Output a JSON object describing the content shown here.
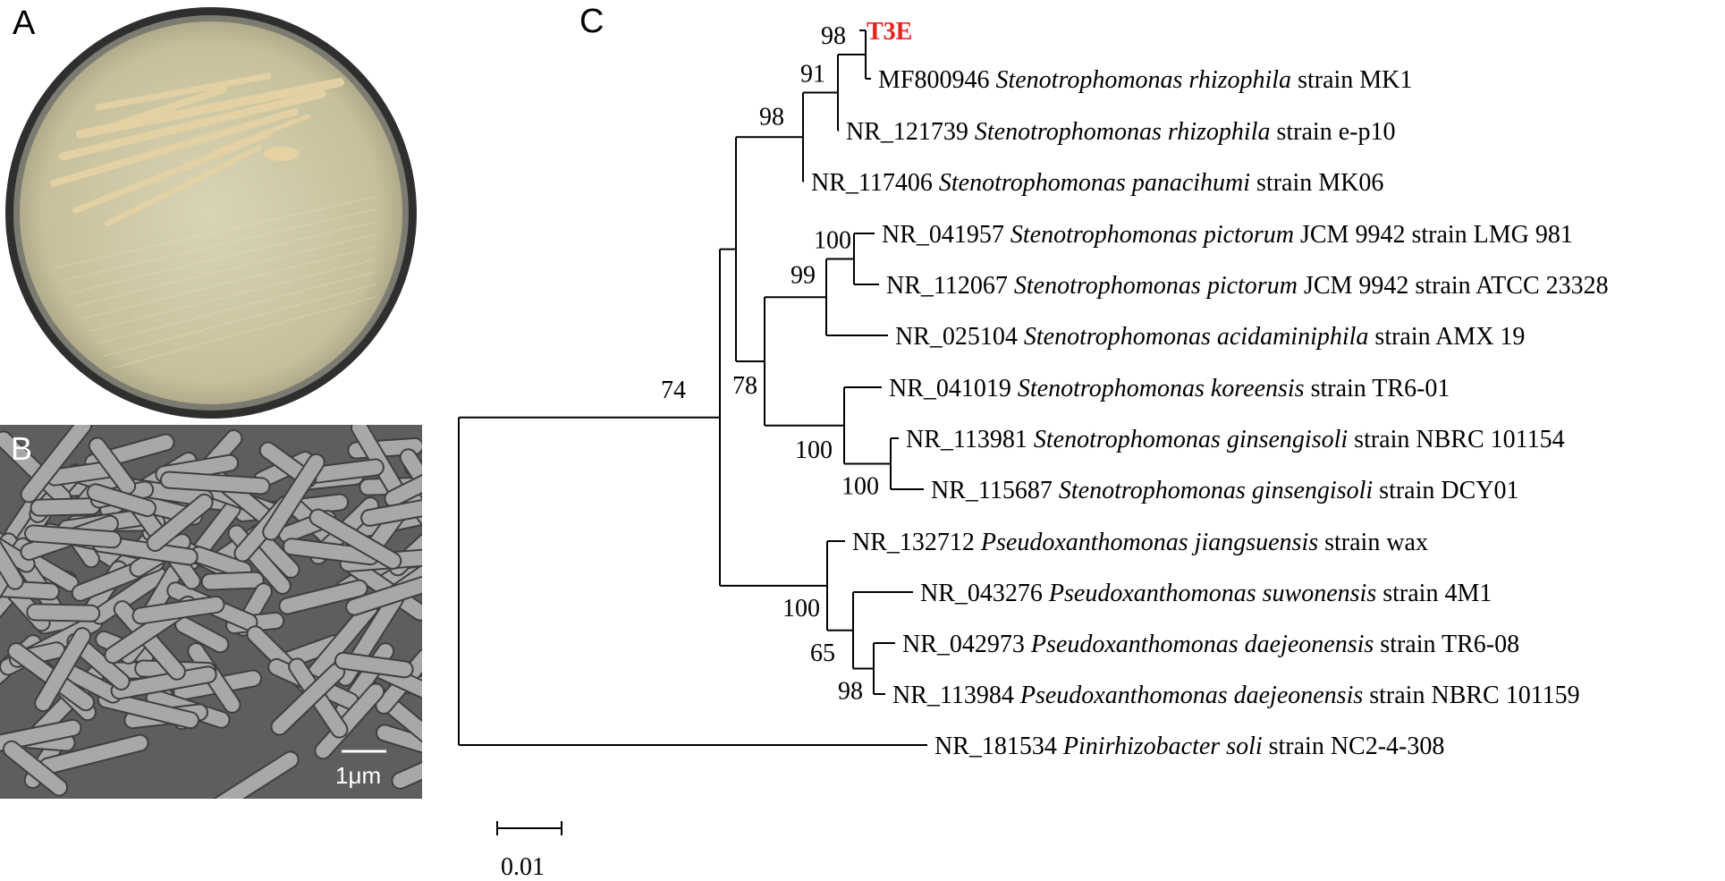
{
  "colors": {
    "highlight": "#e8221c",
    "agar": "#cfc9a6",
    "colony": "#e6d2a3",
    "sem_bg": "#5e5e5e",
    "sem_cell": "#a8a8a8"
  },
  "panels": {
    "a": {
      "label": "A"
    },
    "b": {
      "label": "B",
      "scale_bar_label": "1μm"
    },
    "c": {
      "label": "C"
    }
  },
  "tree": {
    "scale_label": "0.01",
    "leaves": [
      {
        "accession": "",
        "species": "",
        "strain": "T3E",
        "highlight": true
      },
      {
        "accession": "MF800946",
        "species": "Stenotrophomonas rhizophila",
        "strain": "strain MK1",
        "highlight": false
      },
      {
        "accession": "NR_121739",
        "species": "Stenotrophomonas rhizophila",
        "strain": "strain e-p10",
        "highlight": false
      },
      {
        "accession": "NR_117406",
        "species": "Stenotrophomonas panacihumi",
        "strain": "strain MK06",
        "highlight": false
      },
      {
        "accession": "NR_041957",
        "species": "Stenotrophomonas pictorum",
        "strain": "JCM 9942 strain LMG 981",
        "highlight": false
      },
      {
        "accession": "NR_112067",
        "species": "Stenotrophomonas pictorum",
        "strain": "JCM 9942 strain ATCC 23328",
        "highlight": false
      },
      {
        "accession": "NR_025104",
        "species": "Stenotrophomonas acidaminiphila",
        "strain": "strain AMX 19",
        "highlight": false
      },
      {
        "accession": "NR_041019",
        "species": "Stenotrophomonas koreensis",
        "strain": "strain TR6-01",
        "highlight": false
      },
      {
        "accession": "NR_113981",
        "species": "Stenotrophomonas ginsengisoli",
        "strain": "strain NBRC 101154",
        "highlight": false
      },
      {
        "accession": "NR_115687",
        "species": "Stenotrophomonas ginsengisoli",
        "strain": "strain DCY01",
        "highlight": false
      },
      {
        "accession": "NR_132712",
        "species": "Pseudoxanthomonas jiangsuensis",
        "strain": "strain wax",
        "highlight": false
      },
      {
        "accession": "NR_043276",
        "species": "Pseudoxanthomonas suwonensis",
        "strain": "strain 4M1",
        "highlight": false
      },
      {
        "accession": "NR_042973",
        "species": "Pseudoxanthomonas daejeonensis",
        "strain": "strain TR6-08",
        "highlight": false
      },
      {
        "accession": "NR_113984",
        "species": "Pseudoxanthomonas daejeonensis",
        "strain": "strain NBRC 101159",
        "highlight": false
      },
      {
        "accession": "NR_181534",
        "species": "Pinirhizobacter soli",
        "strain": "strain NC2-4-308",
        "highlight": false
      }
    ],
    "bootstraps": [
      "98",
      "91",
      "98",
      "74",
      "100",
      "99",
      "78",
      "100",
      "100",
      "100",
      "65",
      "98"
    ]
  }
}
